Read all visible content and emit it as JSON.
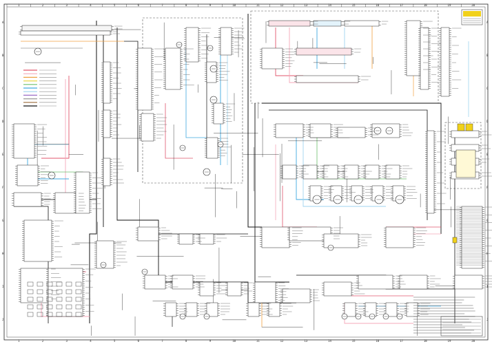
{
  "sheet": {
    "column_markers": [
      "1",
      "2",
      "3",
      "4",
      "5",
      "6",
      "7",
      "8",
      "9",
      "10",
      "11",
      "12",
      "13",
      "14",
      "15",
      "16",
      "17",
      "18",
      "19",
      "20"
    ],
    "row_markers": [
      "A",
      "B",
      "C",
      "D",
      "E",
      "F",
      "G",
      "H",
      "I",
      "J"
    ]
  },
  "colors": {
    "border": "#222222",
    "wire_black": "#111111",
    "wire_red": "#e0556b",
    "wire_pink": "#f4a7b9",
    "wire_blue": "#3fa9e0",
    "wire_lightblue": "#9fd3ef",
    "wire_orange": "#f0a040",
    "wire_yellow": "#e8d84a",
    "wire_green": "#6cbf6c",
    "wire_gray": "#9a9a9a",
    "wire_brown": "#9b6b3a",
    "wire_purple": "#9a6bc6"
  },
  "icons": [
    "title-block-icon",
    "legend-icon",
    "connector-icon",
    "component-icon",
    "ground-icon"
  ]
}
